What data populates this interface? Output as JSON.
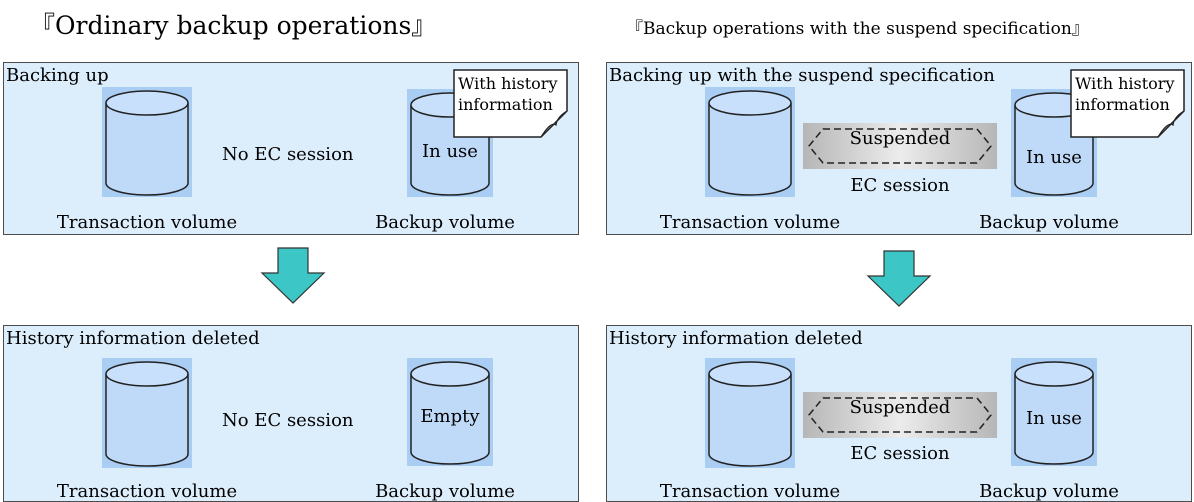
{
  "headings": {
    "left": "『Ordinary backup operations』",
    "right": "『Backup operations with the suspend specification』"
  },
  "panels": {
    "top_left": {
      "title": "Backing up",
      "transaction_label": "Transaction volume",
      "backup_label": "Backup volume",
      "backup_state": "In use",
      "session_text": "No EC session",
      "note": [
        "With history",
        "information"
      ]
    },
    "top_right": {
      "title": "Backing up with the suspend specification",
      "transaction_label": "Transaction volume",
      "backup_label": "Backup volume",
      "backup_state": "In use",
      "suspended_text": "Suspended",
      "session_text": "EC session",
      "note": [
        "With history",
        "information"
      ]
    },
    "bottom_left": {
      "title": "History information deleted",
      "transaction_label": "Transaction volume",
      "backup_label": "Backup volume",
      "backup_state": "Empty",
      "session_text": "No EC session"
    },
    "bottom_right": {
      "title": "History information deleted",
      "transaction_label": "Transaction volume",
      "backup_label": "Backup volume",
      "backup_state": "In use",
      "suspended_text": "Suspended",
      "session_text": "EC session"
    }
  },
  "colors": {
    "panel_fill": "#dcedfc",
    "cylinder_fill": "#bfdaf8",
    "cylinder_halo": "#a9cdf3",
    "arrow_fill": "#3cc6c6",
    "suspend_gray": "#b6b6b6"
  }
}
